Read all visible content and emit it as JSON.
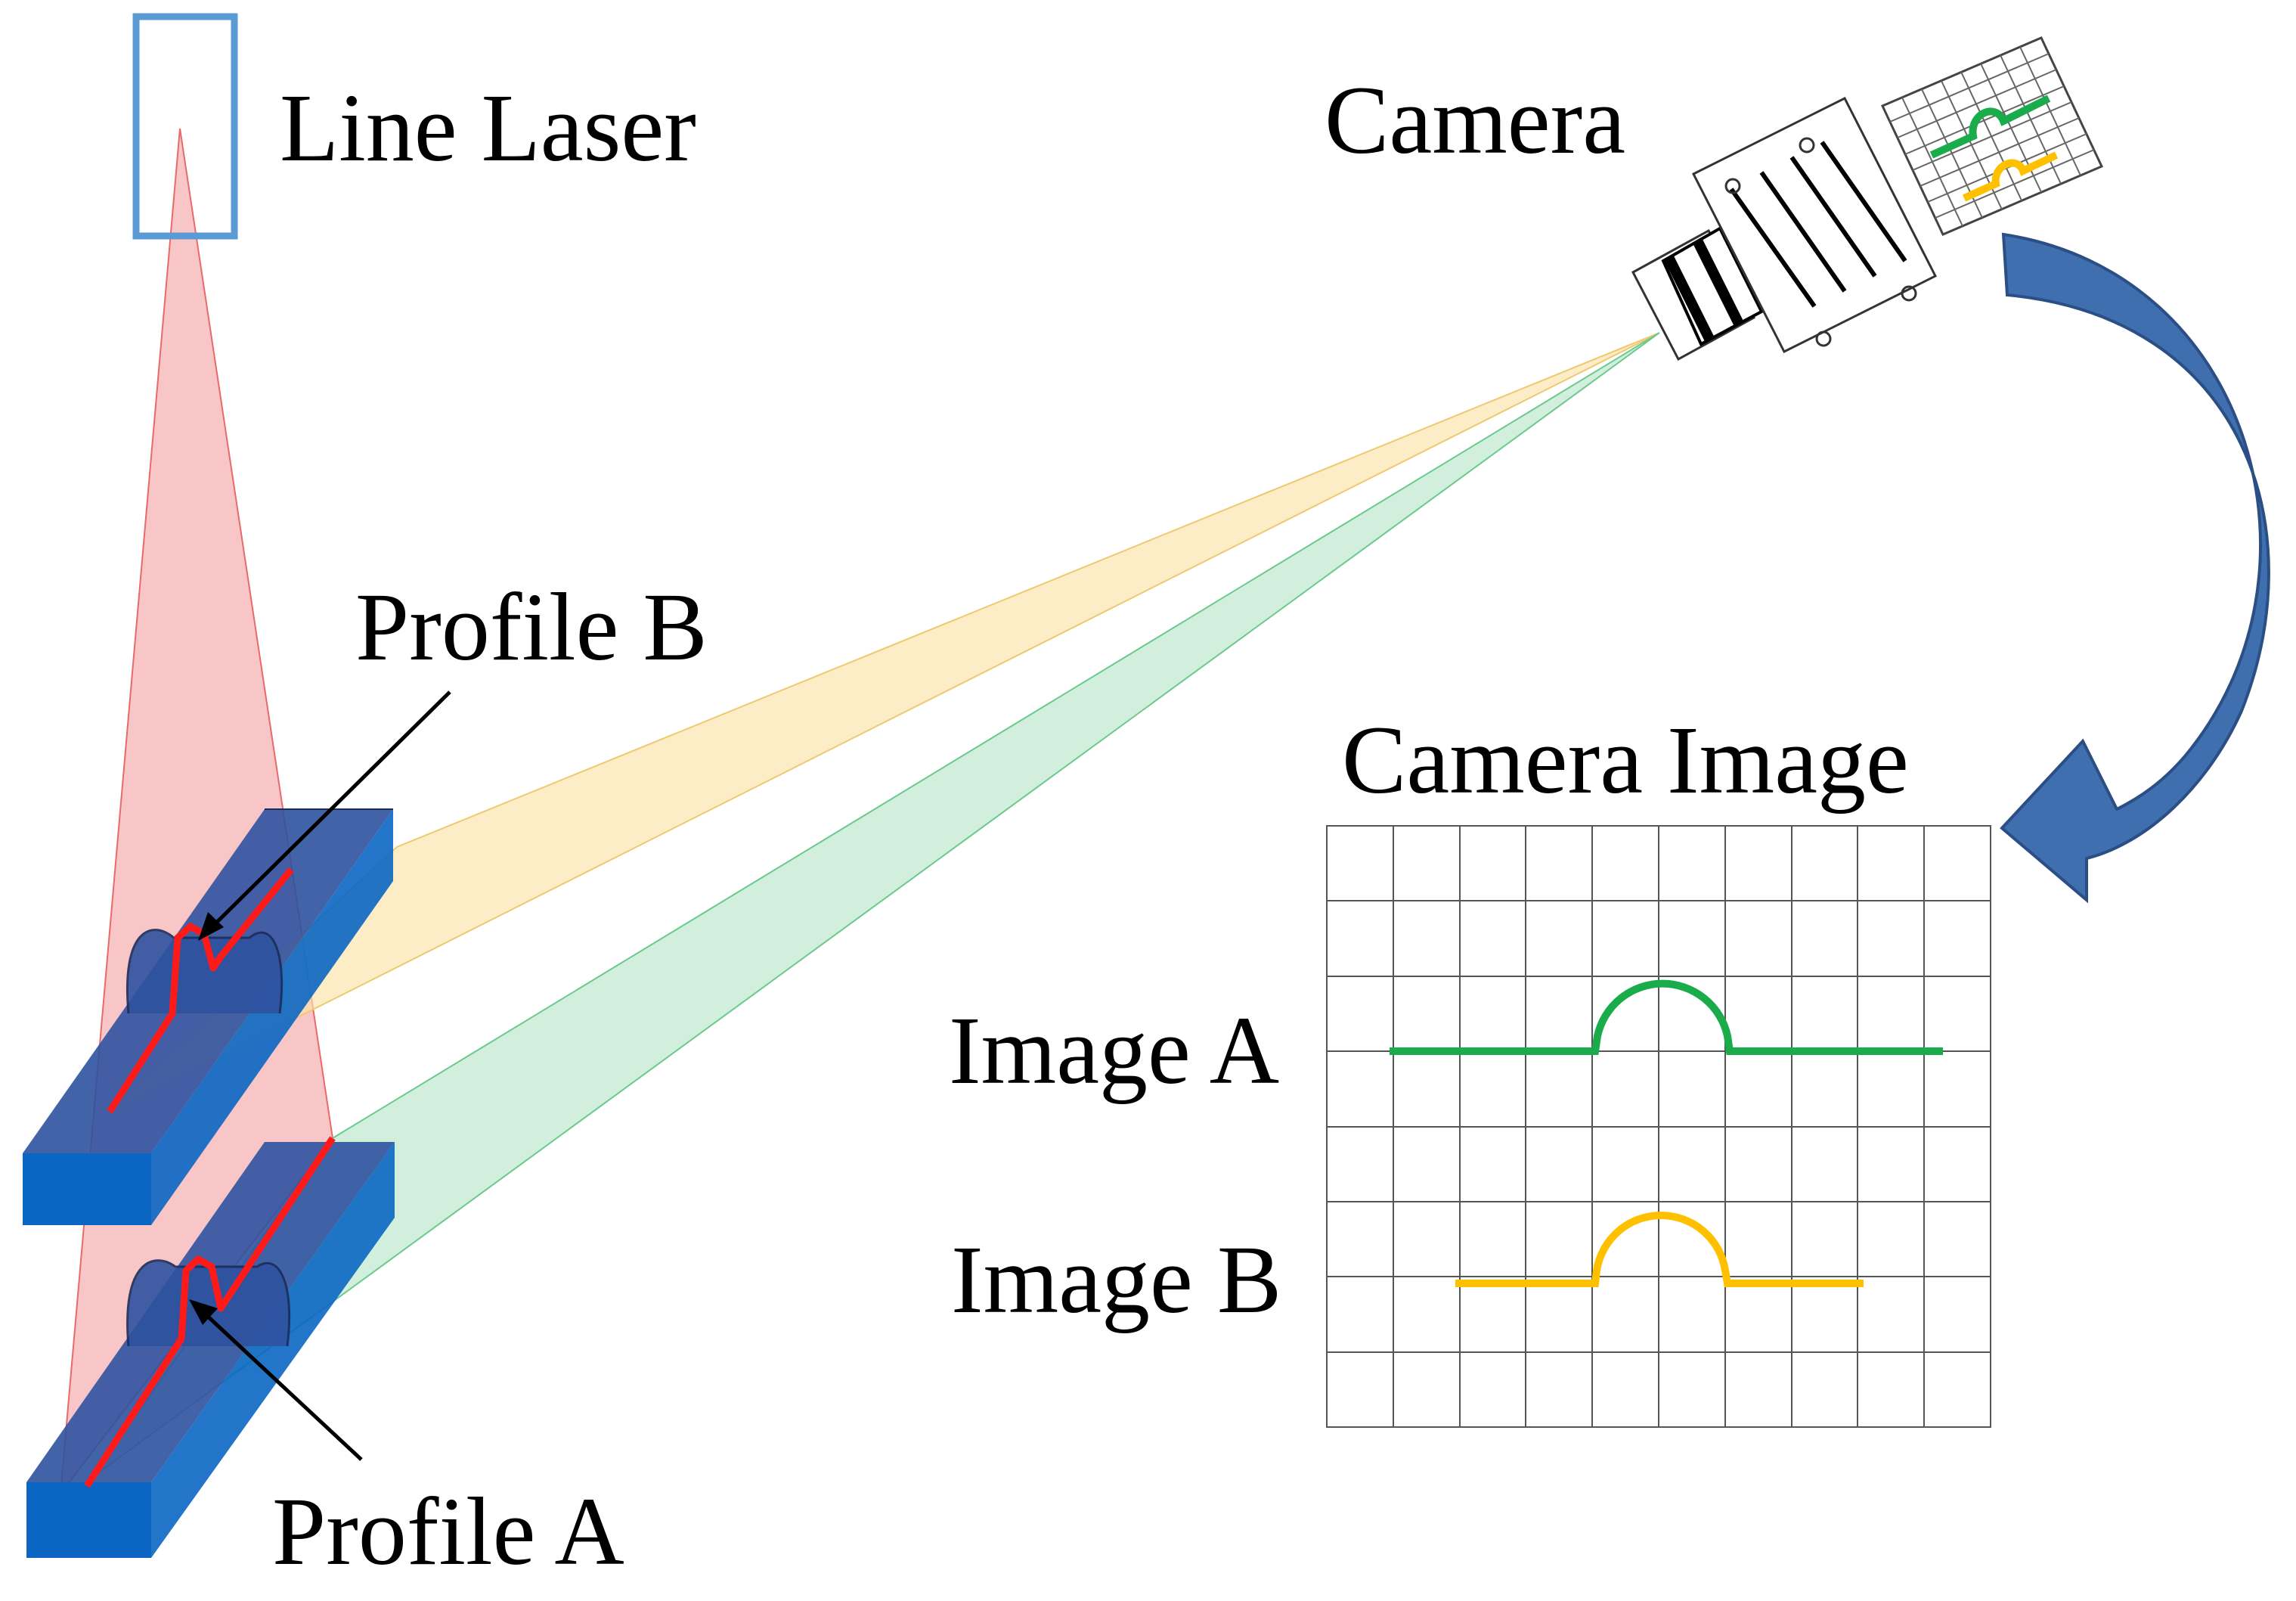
{
  "labels": {
    "line_laser": "Line Laser",
    "camera": "Camera",
    "profile_b": "Profile B",
    "profile_a": "Profile A",
    "camera_image": "Camera Image",
    "image_a": "Image A",
    "image_b": "Image B"
  },
  "colors": {
    "laser_frame": "#5b9bd5",
    "laser_fan": "#f4a7a7",
    "profile_line": "#ff1a1a",
    "block_top": "#2f52a0",
    "block_side": "#0a66c2",
    "camera_ray_b": "#fbe3a8",
    "camera_ray_a": "#bfe8cf",
    "image_a_curve": "#1aab4a",
    "image_b_curve": "#ffc000",
    "arrow": "#3f6faf",
    "grid": "#555555"
  },
  "icons": [
    "line-laser-icon",
    "camera-icon",
    "curved-arrow-icon"
  ]
}
